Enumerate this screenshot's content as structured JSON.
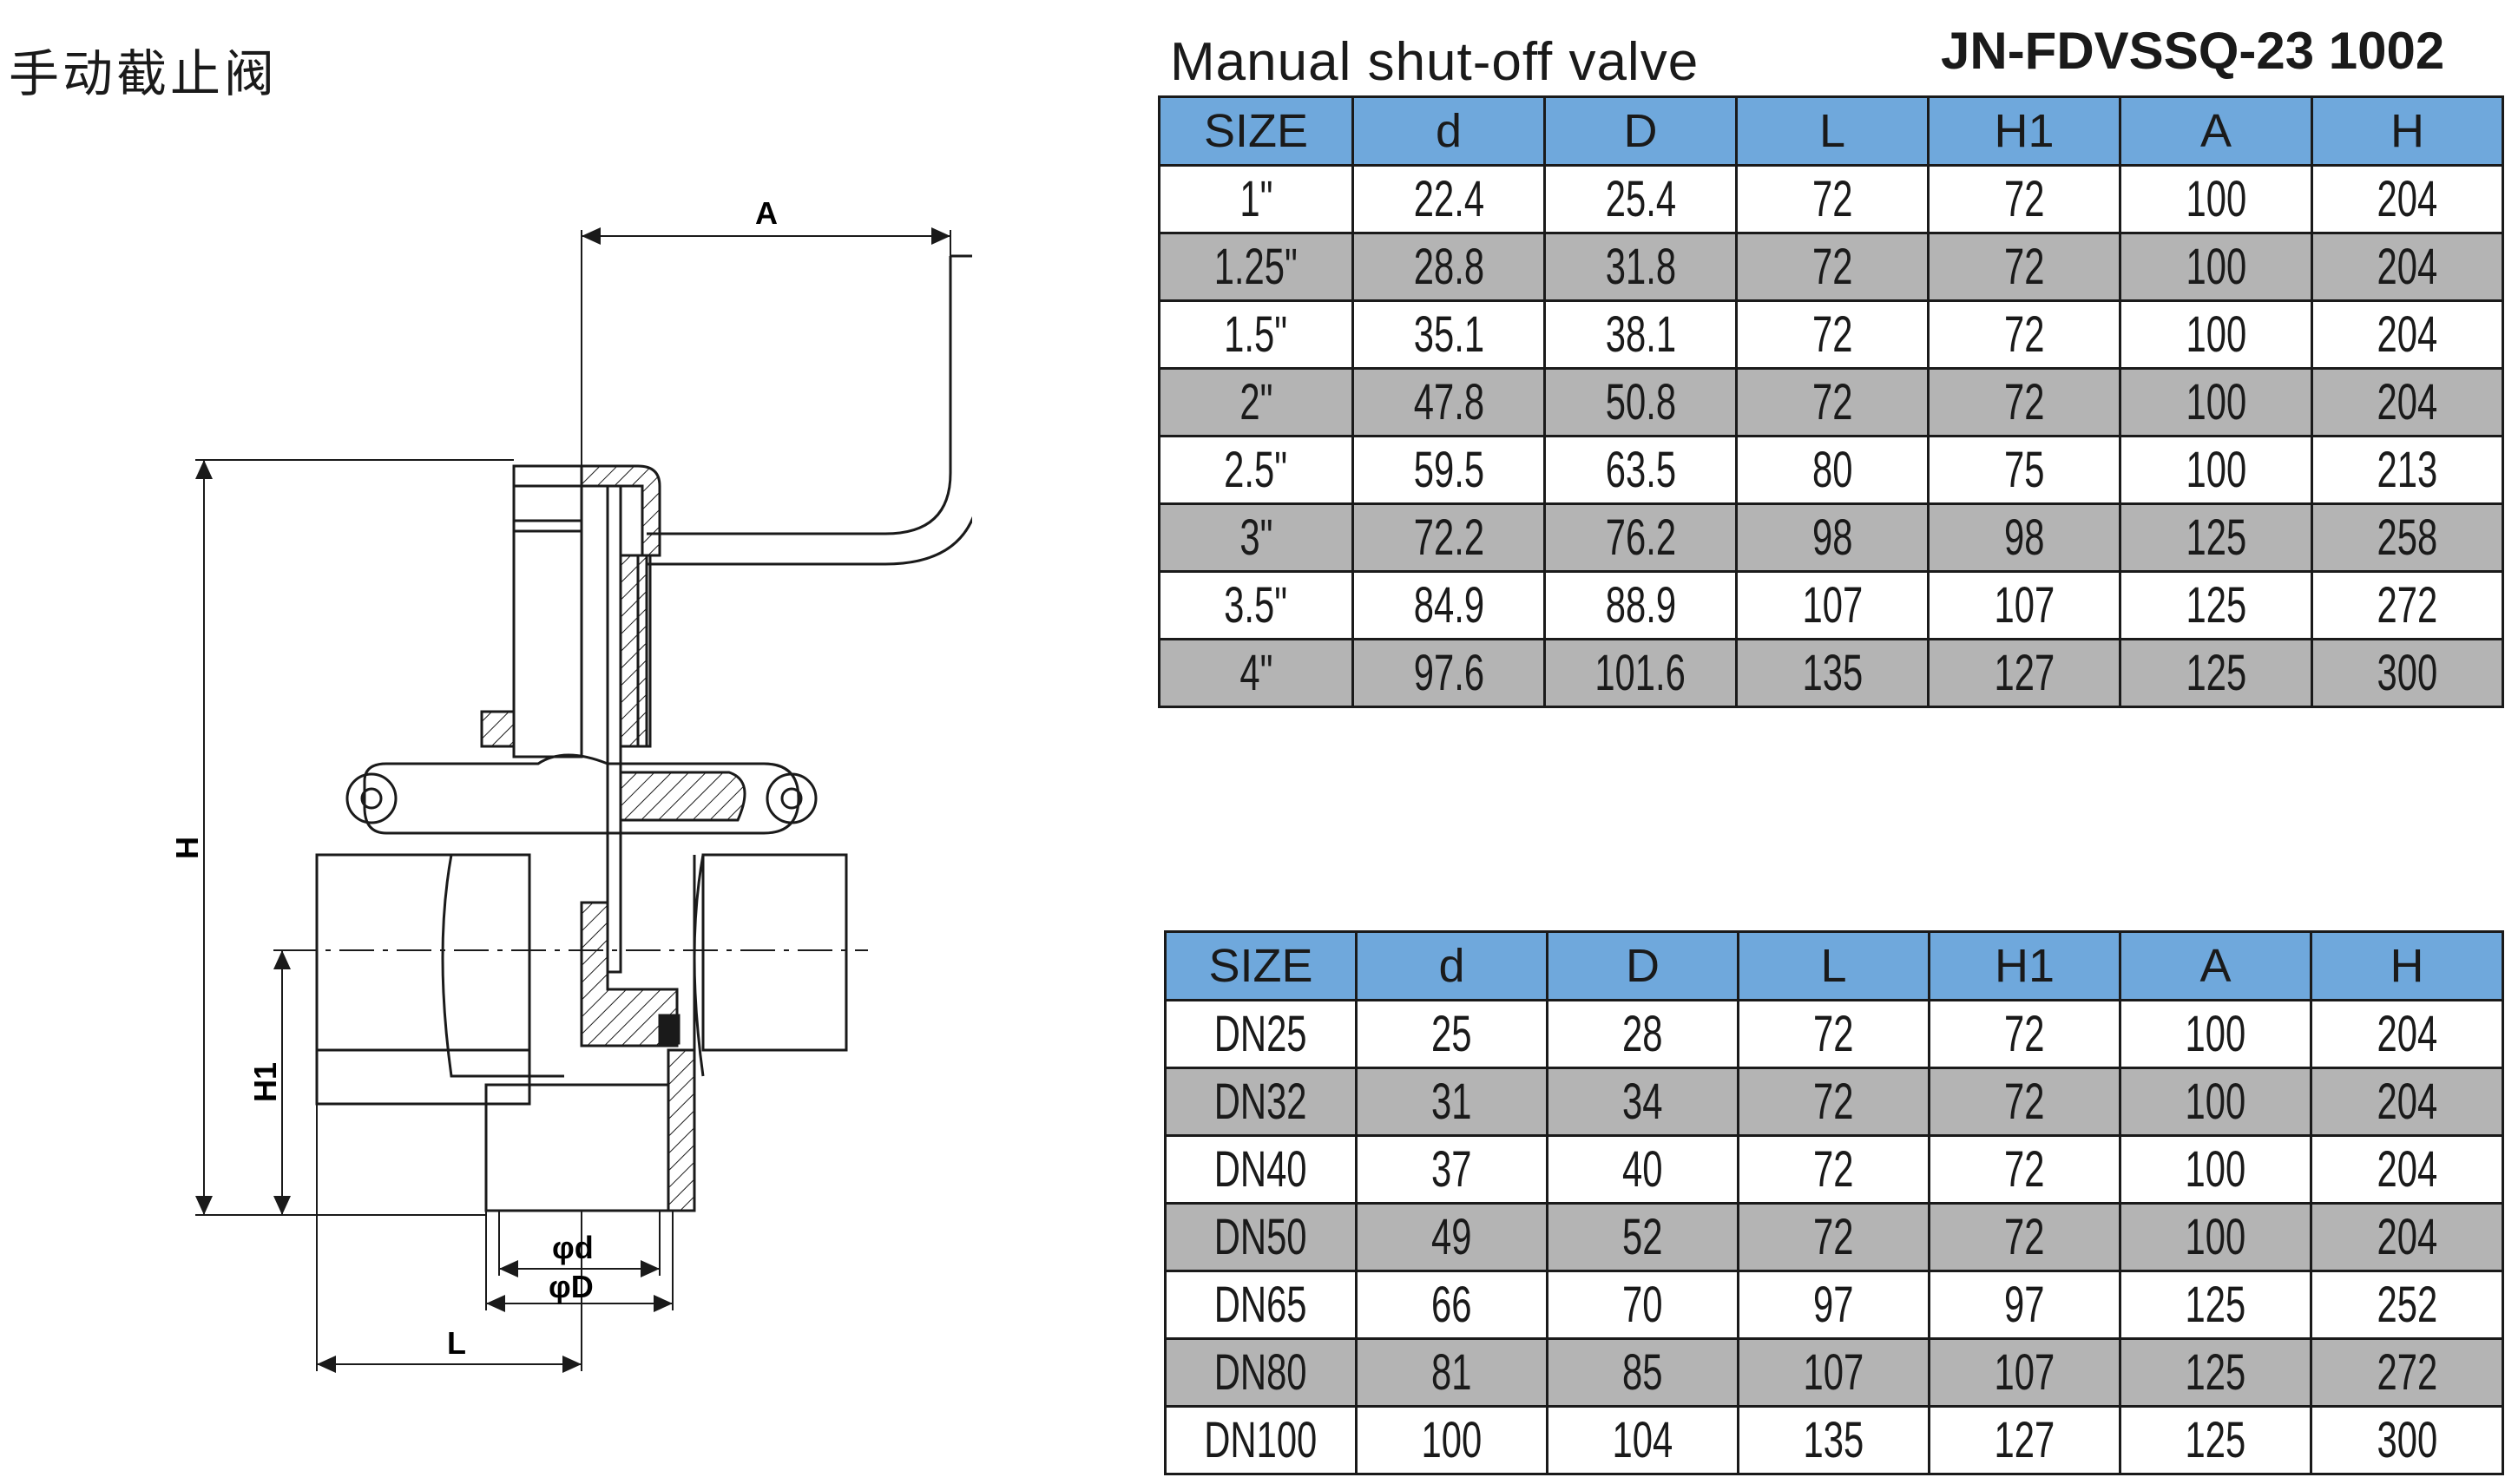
{
  "title_cn": "手动截止阀",
  "title_en": "Manual shut-off valve",
  "model": "JN-FDVSSQ-23 1002",
  "drawing": {
    "labels": {
      "A": "A",
      "H": "H",
      "H1": "H1",
      "d": "φd",
      "D": "φD",
      "L": "L"
    }
  },
  "table_inch": {
    "headers": [
      "SIZE",
      "d",
      "D",
      "L",
      "H1",
      "A",
      "H"
    ],
    "rows": [
      [
        "1\"",
        "22.4",
        "25.4",
        "72",
        "72",
        "100",
        "204"
      ],
      [
        "1.25\"",
        "28.8",
        "31.8",
        "72",
        "72",
        "100",
        "204"
      ],
      [
        "1.5\"",
        "35.1",
        "38.1",
        "72",
        "72",
        "100",
        "204"
      ],
      [
        "2\"",
        "47.8",
        "50.8",
        "72",
        "72",
        "100",
        "204"
      ],
      [
        "2.5\"",
        "59.5",
        "63.5",
        "80",
        "75",
        "100",
        "213"
      ],
      [
        "3\"",
        "72.2",
        "76.2",
        "98",
        "98",
        "125",
        "258"
      ],
      [
        "3.5\"",
        "84.9",
        "88.9",
        "107",
        "107",
        "125",
        "272"
      ],
      [
        "4\"",
        "97.6",
        "101.6",
        "135",
        "127",
        "125",
        "300"
      ]
    ]
  },
  "table_dn": {
    "headers": [
      "SIZE",
      "d",
      "D",
      "L",
      "H1",
      "A",
      "H"
    ],
    "rows": [
      [
        "DN25",
        "25",
        "28",
        "72",
        "72",
        "100",
        "204"
      ],
      [
        "DN32",
        "31",
        "34",
        "72",
        "72",
        "100",
        "204"
      ],
      [
        "DN40",
        "37",
        "40",
        "72",
        "72",
        "100",
        "204"
      ],
      [
        "DN50",
        "49",
        "52",
        "72",
        "72",
        "100",
        "204"
      ],
      [
        "DN65",
        "66",
        "70",
        "97",
        "97",
        "125",
        "252"
      ],
      [
        "DN80",
        "81",
        "85",
        "107",
        "107",
        "125",
        "272"
      ],
      [
        "DN100",
        "100",
        "104",
        "135",
        "127",
        "125",
        "300"
      ]
    ]
  },
  "colors": {
    "header_bg": "#6fa8dc",
    "stripe_bg": "#b4b4b4",
    "line": "#1a1a1a"
  }
}
